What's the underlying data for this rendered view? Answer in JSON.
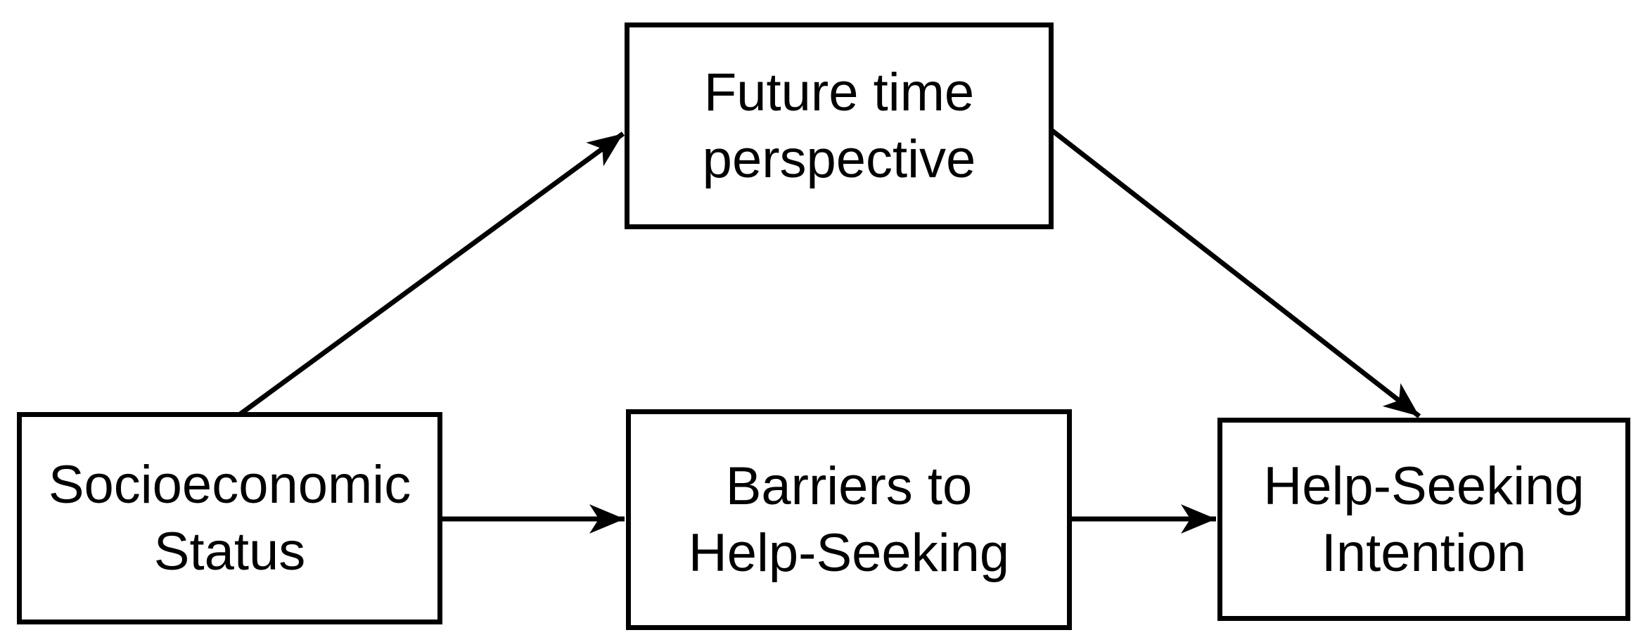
{
  "diagram": {
    "type": "path-model",
    "background_color": "#ffffff",
    "box_fill_color": "#ffffff",
    "line_color": "#000000",
    "text_color": "#000000",
    "nodes": {
      "socioeconomic_status": {
        "label": "Socioeconomic\nStatus"
      },
      "future_time_perspective": {
        "label": "Future time\nperspective"
      },
      "barriers_to_help_seeking": {
        "label": "Barriers to\nHelp-Seeking"
      },
      "help_seeking_intention": {
        "label": "Help-Seeking\nIntention"
      }
    },
    "edges": [
      {
        "from": "socioeconomic_status",
        "to": "future_time_perspective",
        "style": "arrow"
      },
      {
        "from": "future_time_perspective",
        "to": "help_seeking_intention",
        "style": "arrow"
      },
      {
        "from": "socioeconomic_status",
        "to": "barriers_to_help_seeking",
        "style": "arrow"
      },
      {
        "from": "barriers_to_help_seeking",
        "to": "help_seeking_intention",
        "style": "arrow"
      }
    ]
  }
}
